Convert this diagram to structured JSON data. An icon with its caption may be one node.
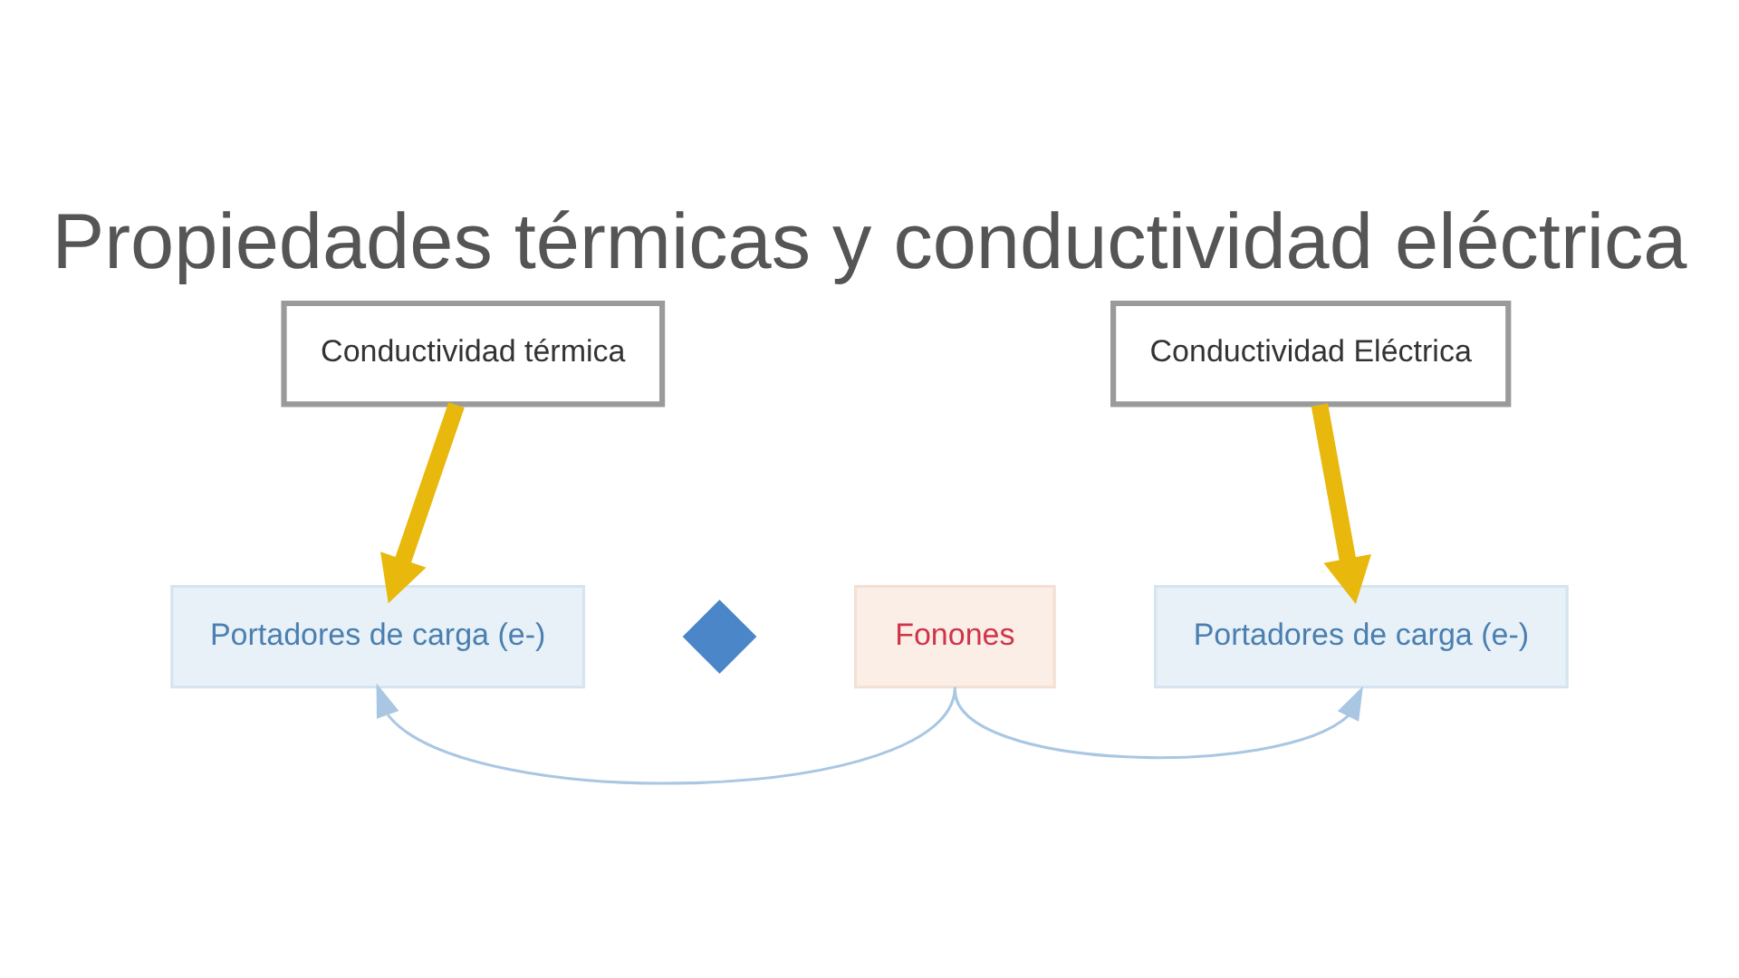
{
  "diagram": {
    "title": "Propiedades térmicas y conductividad eléctrica",
    "nodes": [
      {
        "text": [
          "Conductividad térmica"
        ]
      },
      {
        "text": [
          "Conductividad Eléctrica"
        ]
      },
      {
        "text": [
          "Portadores de carga (e-)"
        ]
      },
      {
        "text": [],
        "shape": "diamond"
      },
      {
        "text": [
          "Fonones"
        ]
      },
      {
        "text": [
          "Portadores de carga (e-)"
        ]
      }
    ],
    "edges": [
      {
        "from": 0,
        "to": 2,
        "arrow": "to",
        "style": "thick",
        "color": "#e8b80c"
      },
      {
        "from": 1,
        "to": 5,
        "arrow": "to",
        "style": "thick",
        "color": "#e8b80c"
      },
      {
        "from": 4,
        "to": 2,
        "arrow": "to",
        "color": "#a9c7e3"
      },
      {
        "from": 4,
        "to": 5,
        "arrow": "to",
        "color": "#a9c7e3"
      }
    ]
  }
}
